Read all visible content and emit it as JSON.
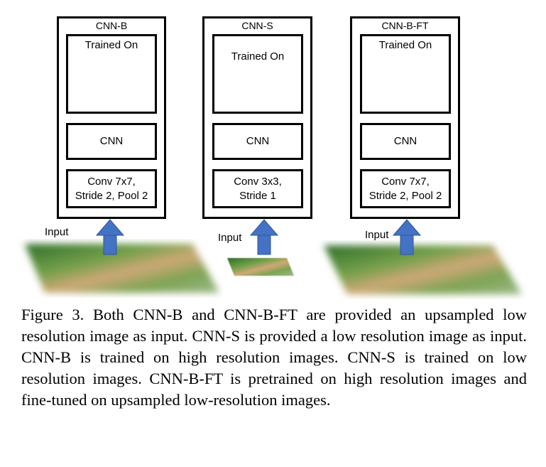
{
  "panels": [
    {
      "title": "CNN-B",
      "trained_label": "Trained On",
      "cnn_label": "CNN",
      "conv_label": "Conv 7x7,\nStride 2, Pool 2",
      "input_label": "Input"
    },
    {
      "title": "CNN-S",
      "trained_label": "Trained On",
      "cnn_label": "CNN",
      "conv_label": "Conv 3x3,\nStride 1",
      "input_label": "Input"
    },
    {
      "title": "CNN-B-FT",
      "trained_label": "Trained On",
      "cnn_label": "CNN",
      "conv_label": "Conv 7x7,\nStride 2, Pool 2",
      "input_label": "Input"
    }
  ],
  "caption": "Figure 3. Both CNN-B and CNN-B-FT are provided an upsampled low resolution image as input. CNN-S is provided a low resolution image as input. CNN-B is trained on high resolution images. CNN-S is trained on low resolution images. CNN-B-FT is pretrained on high resolution images and fine-tuned on upsampled low-resolution images.",
  "colors": {
    "arrow": "#4472c4",
    "grass": "#4f8a2e",
    "kitten": "#e0a55c"
  }
}
